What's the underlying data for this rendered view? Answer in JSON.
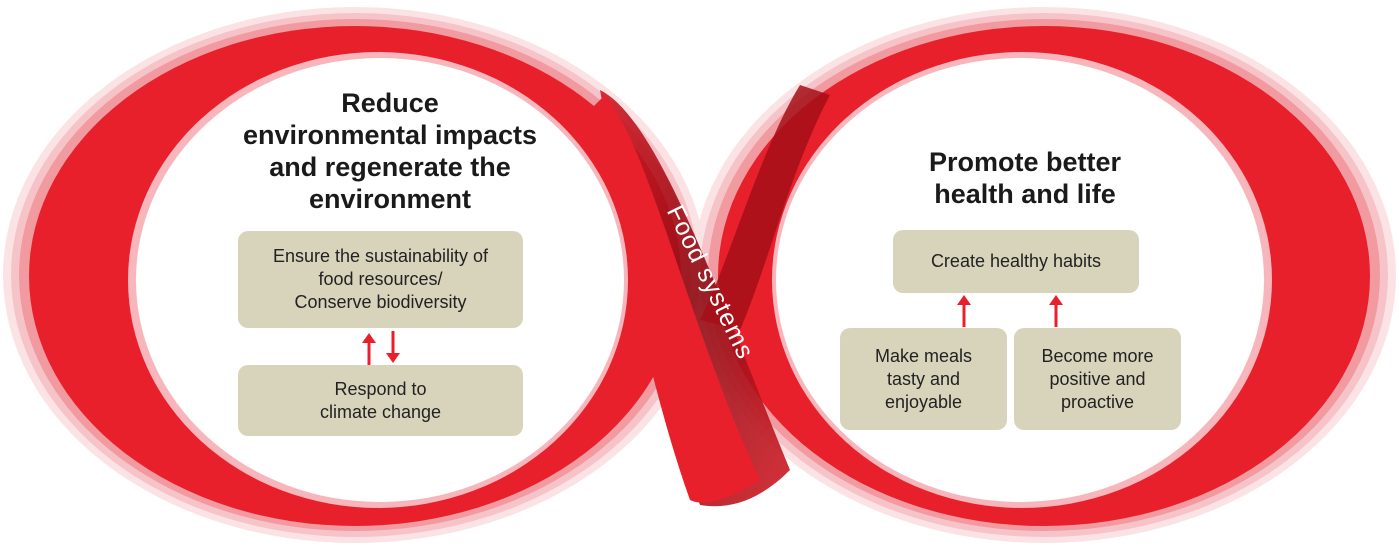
{
  "center_label": "Food systems",
  "left": {
    "title": "Reduce\nenvironmental impacts\nand regenerate the\nenvironment",
    "box_top": "Ensure the sustainability of\nfood resources/\nConserve biodiversity",
    "box_bottom": "Respond to\nclimate change"
  },
  "right": {
    "title": "Promote better\nhealth and life",
    "box_top": "Create healthy habits",
    "box_left": "Make meals\ntasty and\nenjoyable",
    "box_right": "Become more\npositive and\nproactive"
  },
  "colors": {
    "band": "#e8202c",
    "band_dark": "#b5121b",
    "box_fill": "#d8d3bb",
    "arrow": "#e8202c",
    "text": "#1a1a1a"
  }
}
